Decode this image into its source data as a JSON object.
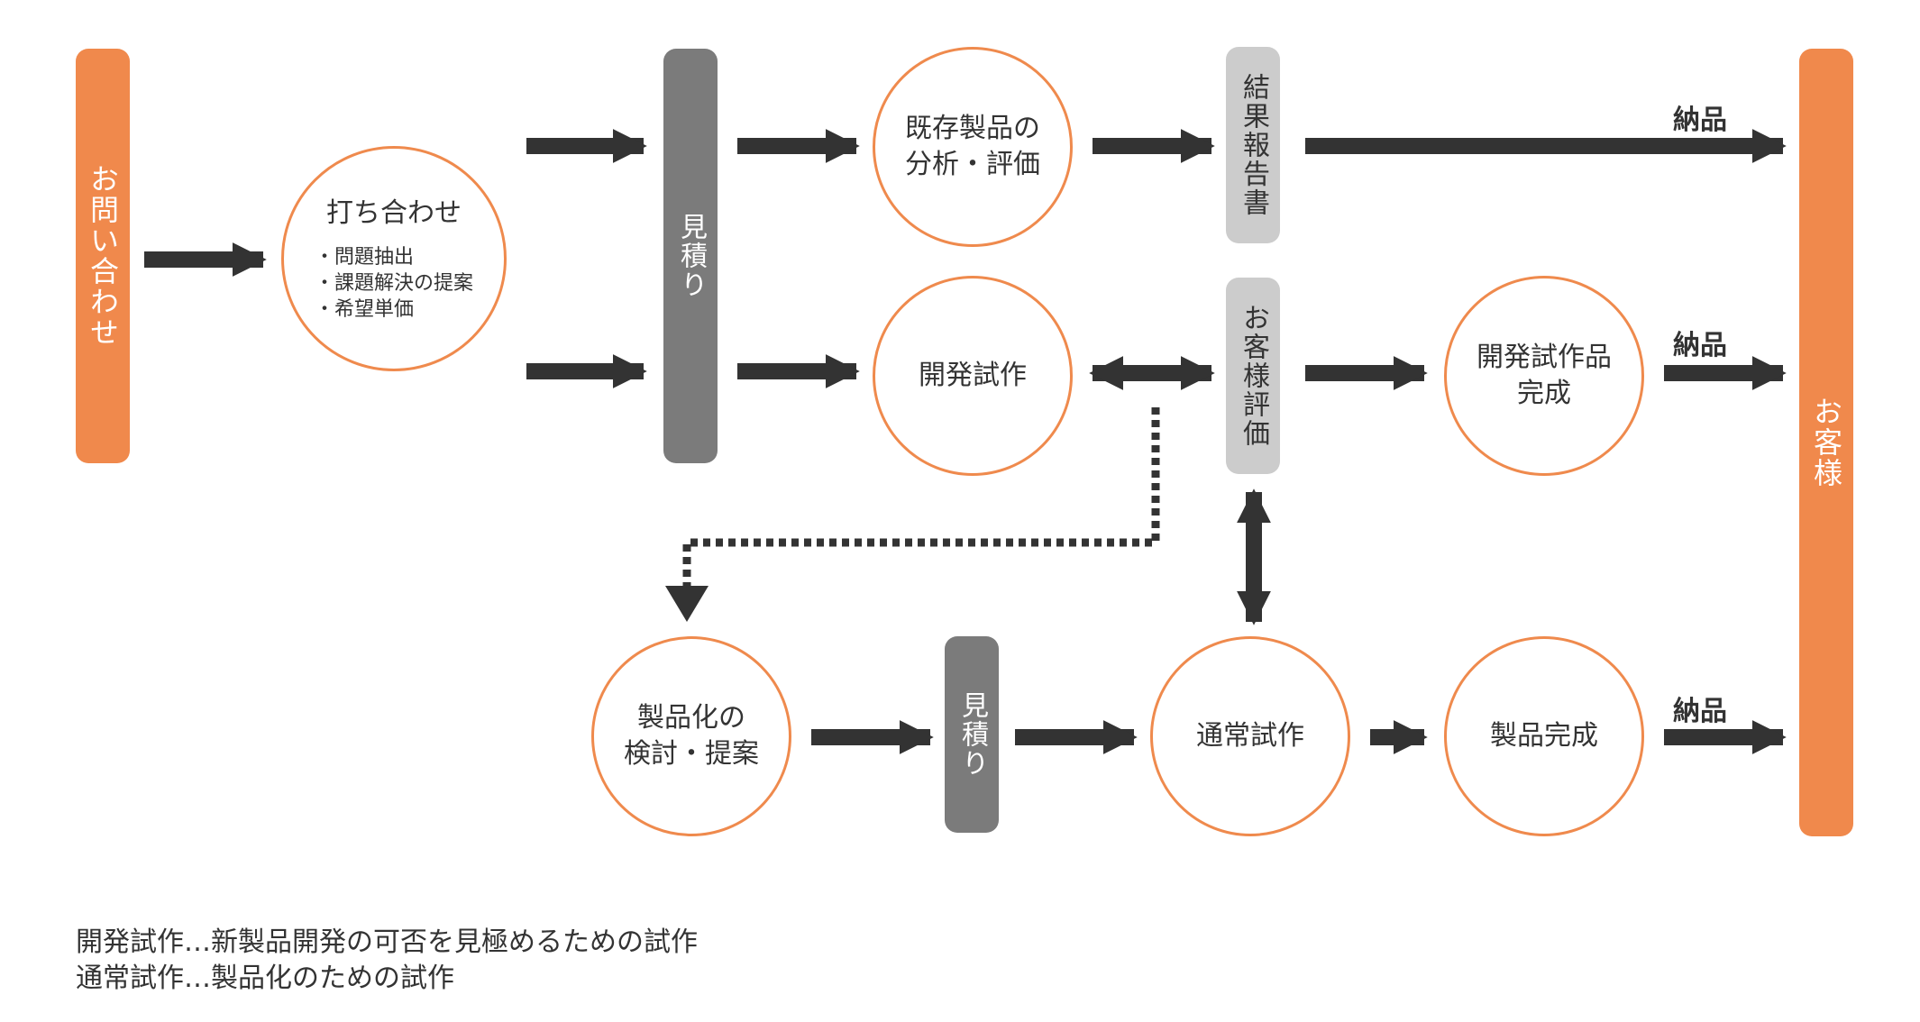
{
  "bars": {
    "inquiry": "お問い合わせ",
    "estimate_top": "見積り",
    "result_report": "結果報告書",
    "customer_eval": "お客様評価",
    "estimate_bottom": "見積り",
    "customer": "お客様"
  },
  "nodes": {
    "meeting": {
      "title": "打ち合わせ",
      "bullets": [
        "・問題抽出",
        "・課題解決の提案",
        "・希望単価"
      ]
    },
    "analysis": {
      "lines": [
        "既存製品の",
        "分析・評価"
      ]
    },
    "dev_proto": {
      "lines": [
        "開発試作"
      ]
    },
    "dev_proto_done": {
      "lines": [
        "開発試作品",
        "完成"
      ]
    },
    "productization": {
      "lines": [
        "製品化の",
        "検討・提案"
      ]
    },
    "normal_proto": {
      "lines": [
        "通常試作"
      ]
    },
    "product_done": {
      "lines": [
        "製品完成"
      ]
    }
  },
  "labels": {
    "delivery_1": "納品",
    "delivery_2": "納品",
    "delivery_3": "納品"
  },
  "notes": [
    "開発試作…新製品開発の可否を見極めるための試作",
    "通常試作…製品化のための試作"
  ],
  "colors": {
    "orange": "#f0894c",
    "circle_border": "#ef8a4d",
    "dark_gray": "#7b7b7b",
    "light_gray": "#cccccc",
    "arrow": "#333333"
  }
}
